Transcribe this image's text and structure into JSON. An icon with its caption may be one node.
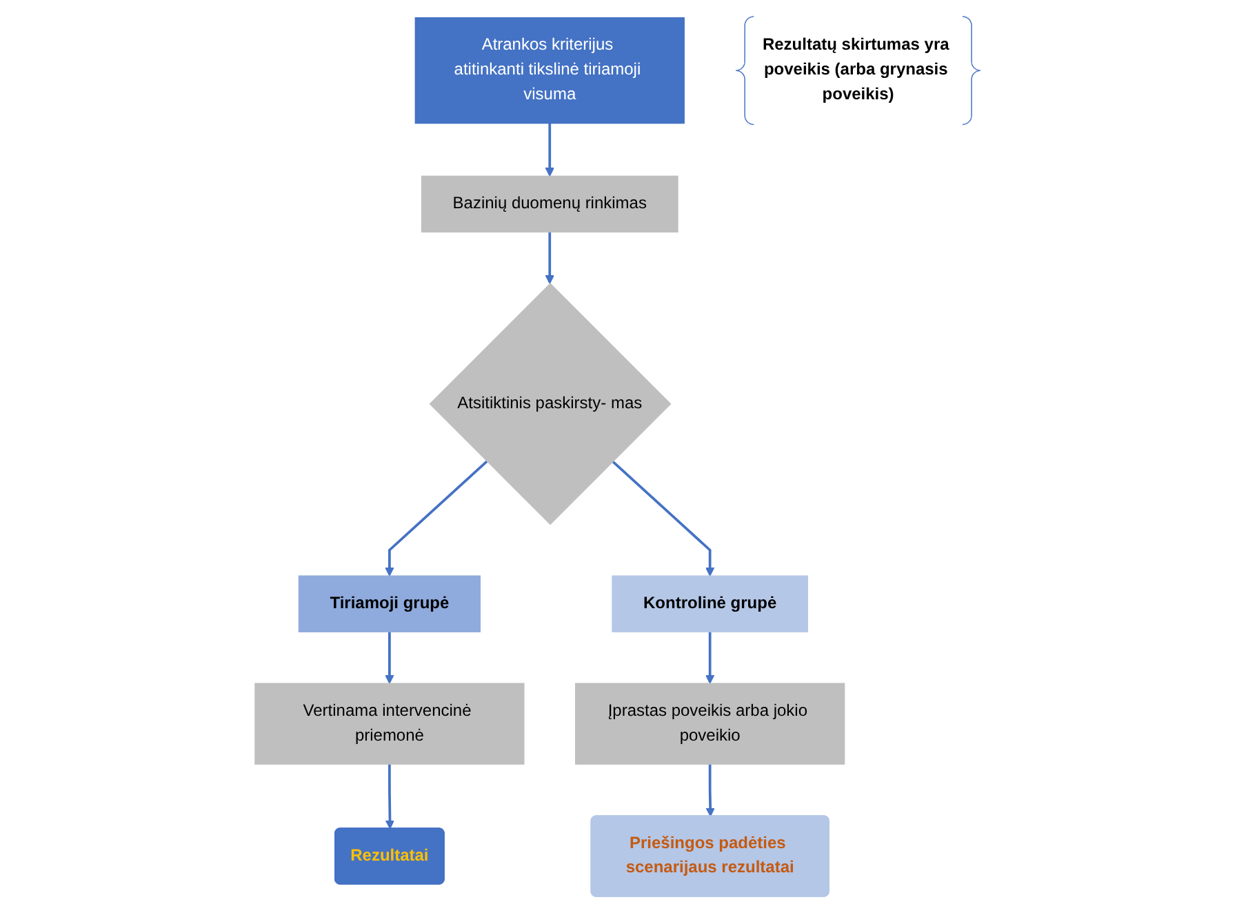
{
  "diagram": {
    "nodes": [
      {
        "text": [
          "Atrankos kriterijus atitinkanti tikslinė tiriamoji visuma"
        ]
      },
      {
        "text": [
          "Bazinių duomenų rinkimas"
        ]
      },
      {
        "text": [
          "Atsitiktinis paskirsty- mas"
        ]
      },
      {
        "text": [
          "Tiriamoji grupė"
        ]
      },
      {
        "text": [
          "Kontrolinė grupė"
        ]
      },
      {
        "text": [
          "Vertinama intervencinė priemonė"
        ]
      },
      {
        "text": [
          "Įprastas poveikis arba jokio poveikio"
        ]
      },
      {
        "text": [
          "Rezultatai"
        ]
      },
      {
        "text": [
          "Rezultatų skirtumas yra poveikis (arba grynasis poveikis)"
        ]
      },
      {
        "text": [
          "Priešingos padėties scenarijaus rezultatai"
        ]
      }
    ],
    "edges": [
      {
        "from": 0,
        "to": 1,
        "arrow": "to"
      },
      {
        "from": 1,
        "to": 2,
        "arrow": "to"
      },
      {
        "from": 2,
        "to": 3,
        "arrow": "to"
      },
      {
        "from": 2,
        "to": 4,
        "arrow": "to"
      },
      {
        "from": 3,
        "to": 5,
        "arrow": "to"
      },
      {
        "from": 4,
        "to": 6,
        "arrow": "to"
      },
      {
        "from": 5,
        "to": 7,
        "arrow": "to"
      },
      {
        "from": 6,
        "to": 9,
        "arrow": "to"
      }
    ]
  }
}
